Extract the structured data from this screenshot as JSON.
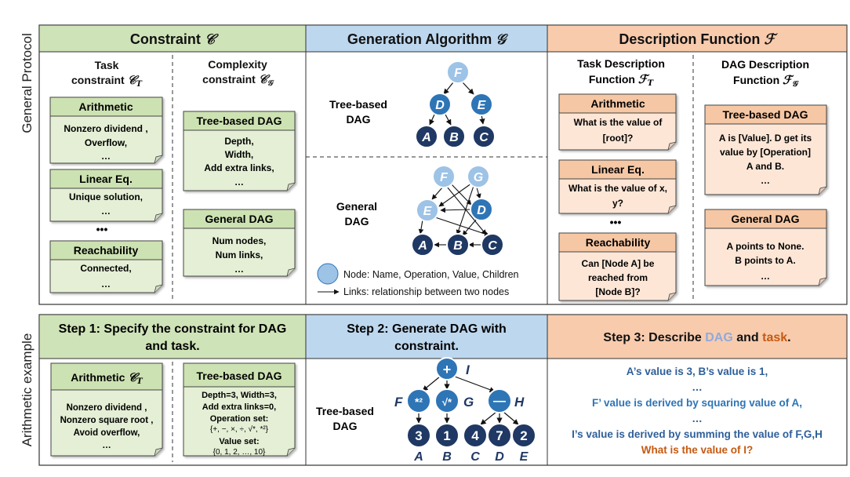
{
  "colors": {
    "green_header": "#cfe3b8",
    "green_card": "#e4efd5",
    "green_card_title": "#cde2b2",
    "blue_header": "#bdd7ee",
    "orange_header": "#f8cbad",
    "orange_card": "#fde6d6",
    "orange_card_title": "#f6c7a4",
    "node_light": "#9dc3e6",
    "node_mid": "#2e75b6",
    "node_dark": "#1f3864",
    "text_blue": "#2e75b6",
    "text_orange": "#c55a11",
    "text_light_blue": "#8faadc"
  },
  "side_labels": {
    "top": "General Protocol",
    "bottom": "Arithmetic example"
  },
  "top": {
    "constraint_header": {
      "text": "Constraint",
      "symbol": "𝒞"
    },
    "generation_header": {
      "text": "Generation Algorithm",
      "symbol": "𝒢"
    },
    "description_header": {
      "text": "Description Function",
      "symbol": "ℱ"
    },
    "task_constraint": {
      "line1": "Task",
      "line2": "constraint",
      "symbol": "𝒞",
      "sub": "T"
    },
    "complexity_constraint": {
      "line1": "Complexity",
      "line2": "constraint",
      "symbol": "𝒞",
      "sub": "𝒢"
    },
    "task_cards": [
      {
        "title": "Arithmetic",
        "lines": [
          "Nonzero dividend ,",
          "Overflow,",
          "…"
        ]
      },
      {
        "title": "Linear Eq.",
        "lines": [
          "Unique solution,",
          "…"
        ]
      },
      {
        "title": "Reachability",
        "lines": [
          "Connected,",
          "…"
        ]
      }
    ],
    "task_ellipsis": "•••",
    "complexity_cards": [
      {
        "title": "Tree-based DAG",
        "lines": [
          "Depth,",
          "Width,",
          "Add extra links,",
          "…"
        ]
      },
      {
        "title": "General DAG",
        "lines": [
          "Num nodes,",
          "Num links,",
          "…"
        ]
      }
    ],
    "tree_label": [
      "Tree-based",
      "DAG"
    ],
    "general_label": [
      "General",
      "DAG"
    ],
    "tree_nodes": [
      "F",
      "D",
      "E",
      "A",
      "B",
      "C"
    ],
    "general_nodes": [
      "F",
      "G",
      "E",
      "D",
      "A",
      "B",
      "C"
    ],
    "legend": {
      "node_text": "Node: Name, Operation, Value, Children",
      "link_text": "Links: relationship between two nodes"
    },
    "task_desc": {
      "line1": "Task Description",
      "line2": "Function",
      "symbol": "ℱ",
      "sub": "T"
    },
    "dag_desc": {
      "line1": "DAG Description",
      "line2": "Function",
      "symbol": "ℱ",
      "sub": "𝒢"
    },
    "task_desc_cards": [
      {
        "title": "Arithmetic",
        "lines": [
          "What is the value of",
          "[root]?"
        ]
      },
      {
        "title": "Linear Eq.",
        "lines": [
          "What is the value of x,",
          "y?"
        ]
      },
      {
        "title": "Reachability",
        "lines": [
          "Can [Node A] be",
          "reached from",
          "[Node B]?"
        ]
      }
    ],
    "task_desc_ellipsis": "•••",
    "dag_desc_cards": [
      {
        "title": "Tree-based DAG",
        "lines": [
          "A is [Value]. D get its",
          "value by [Operation]",
          "A and B.",
          "…"
        ]
      },
      {
        "title": "General DAG",
        "lines": [
          "A points to None.",
          "B points to A.",
          "…"
        ]
      }
    ]
  },
  "bottom": {
    "step1": {
      "line1": "Step 1: Specify the constraint for DAG",
      "line2": "and task."
    },
    "step2": {
      "line1": "Step 2: Generate DAG with",
      "line2": "constraint."
    },
    "step3": {
      "prefix": "Step 3: Describe ",
      "dag": "DAG",
      "mid": " and ",
      "task": "task",
      "suffix": "."
    },
    "arith_card": {
      "title": "Arithmetic",
      "symbol": "𝒞",
      "sub": "T",
      "lines": [
        "Nonzero dividend ,",
        "Nonzero square root ,",
        "Avoid overflow,",
        "…"
      ]
    },
    "tree_card": {
      "title": "Tree-based DAG",
      "line1": "Depth=3, Width=3,",
      "line2": "Add extra links=0,",
      "line3": "Operation set:",
      "line4": "{+, −, ×, ÷, √*, *²}",
      "line5": "Value set:",
      "line6": "{0, 1, 2, …, 10}"
    },
    "tree_label": [
      "Tree-based",
      "DAG"
    ],
    "ops": {
      "root": "+",
      "f": "*²",
      "g": "√*",
      "h": "—"
    },
    "op_names": [
      "I",
      "F",
      "G",
      "H"
    ],
    "leaf_values": [
      "3",
      "1",
      "4",
      "7",
      "2"
    ],
    "leaf_names": [
      "A",
      "B",
      "C",
      "D",
      "E"
    ],
    "desc_lines": [
      "A’s value is 3, B’s value is 1,",
      "…",
      "F’ value is derived by squaring value of A,",
      "…",
      "I’s value is derived by summing the value of F,G,H"
    ],
    "question": "What is the value of I?"
  }
}
